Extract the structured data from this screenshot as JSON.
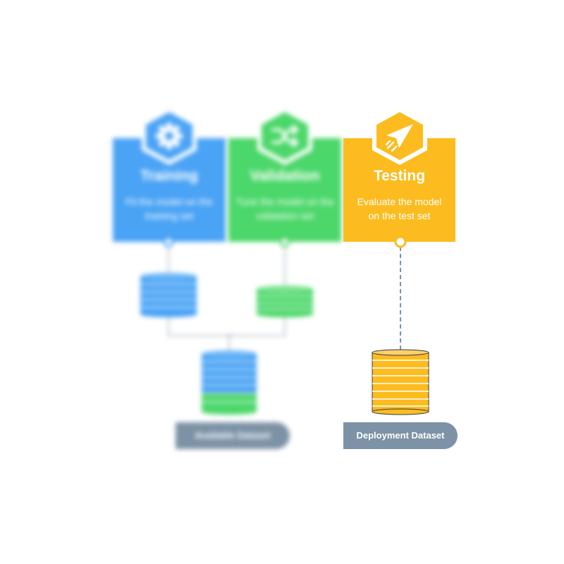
{
  "stages": {
    "training": {
      "title": "Training",
      "description": "Fit the model on the training set"
    },
    "validation": {
      "title": "Validation",
      "description": "Tune the model on the validation set"
    },
    "testing": {
      "title": "Testing",
      "description": "Evaluate the model on the test set"
    }
  },
  "datasets": {
    "available": "Available Dataset",
    "deployment": "Deployment Dataset"
  },
  "icons": {
    "training": "gear-icon",
    "validation": "shuffle-icon",
    "testing": "paper-plane-icon"
  },
  "colors": {
    "blue": "#4aa3f5",
    "green": "#4cd76a",
    "yellow": "#fcbc1f",
    "slate": "#7d92a6",
    "dashed": "#7d92a6"
  }
}
